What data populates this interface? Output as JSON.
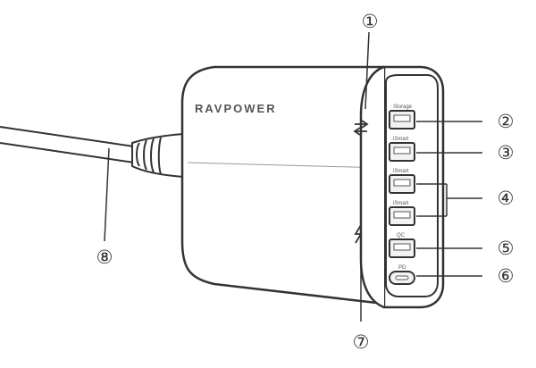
{
  "brand": "RAVPOWER",
  "ports": [
    {
      "label": "Storage"
    },
    {
      "label": "iSmart"
    },
    {
      "label": "iSmart"
    },
    {
      "label": "iSmart"
    },
    {
      "label": "QC"
    },
    {
      "label": "PD"
    }
  ],
  "callouts": {
    "c1": "①",
    "c2": "②",
    "c3": "③",
    "c4": "④",
    "c5": "⑤",
    "c6": "⑥",
    "c7": "⑦",
    "c8": "⑧"
  },
  "colors": {
    "stroke": "#333333",
    "body": "#ffffff",
    "port_fill": "#f2f2f2"
  }
}
